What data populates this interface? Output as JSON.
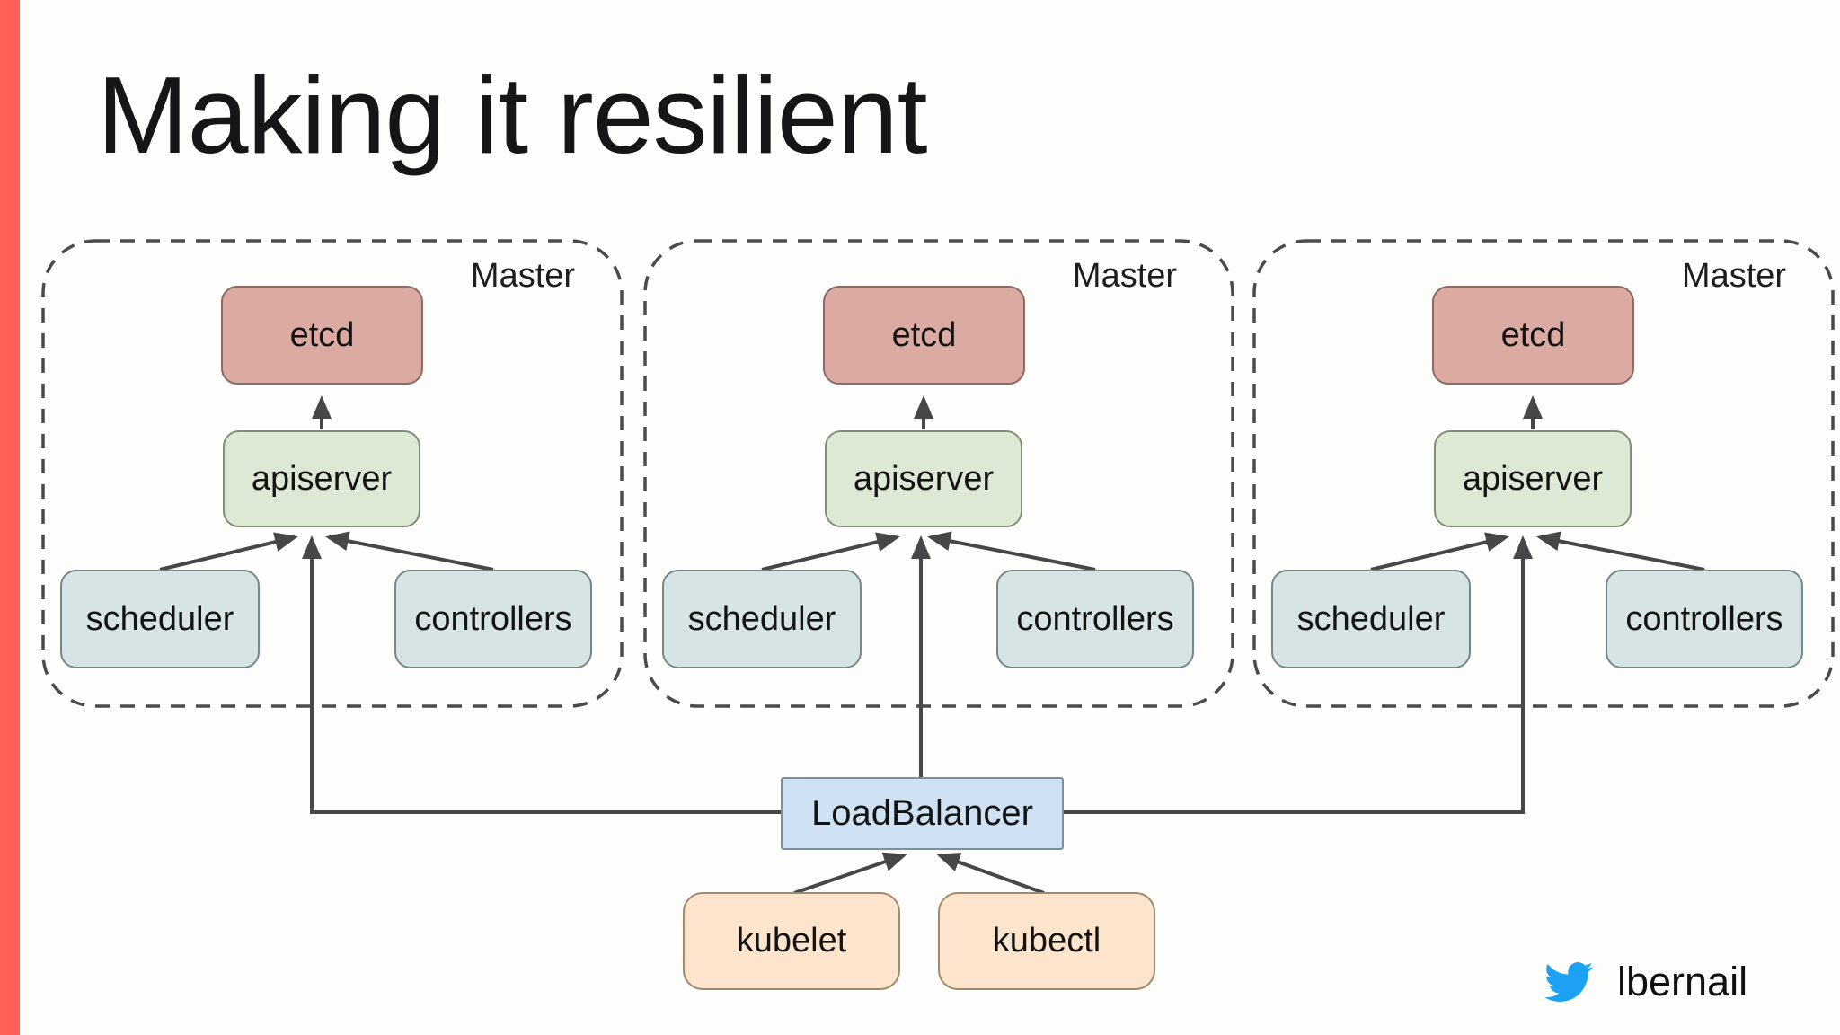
{
  "slide": {
    "title": "Making it resilient"
  },
  "masters": [
    {
      "label": "Master",
      "nodes": {
        "etcd": "etcd",
        "apiserver": "apiserver",
        "scheduler": "scheduler",
        "controllers": "controllers"
      }
    },
    {
      "label": "Master",
      "nodes": {
        "etcd": "etcd",
        "apiserver": "apiserver",
        "scheduler": "scheduler",
        "controllers": "controllers"
      }
    },
    {
      "label": "Master",
      "nodes": {
        "etcd": "etcd",
        "apiserver": "apiserver",
        "scheduler": "scheduler",
        "controllers": "controllers"
      }
    }
  ],
  "load_balancer": {
    "label": "LoadBalancer"
  },
  "clients": [
    {
      "label": "kubelet"
    },
    {
      "label": "kubectl"
    }
  ],
  "edges": [
    {
      "from": "apiserver",
      "to": "etcd",
      "scope": "each-master"
    },
    {
      "from": "scheduler",
      "to": "apiserver",
      "scope": "each-master"
    },
    {
      "from": "controllers",
      "to": "apiserver",
      "scope": "each-master"
    },
    {
      "from": "LoadBalancer",
      "to": "apiserver",
      "scope": "each-master"
    },
    {
      "from": "kubelet",
      "to": "LoadBalancer"
    },
    {
      "from": "kubectl",
      "to": "LoadBalancer"
    }
  ],
  "footer": {
    "twitter_handle": "lbernail",
    "twitter_icon": "twitter-bird-icon"
  },
  "colors": {
    "accent_bar": "#ff6159",
    "background": "#fdfdfb",
    "etcd_fill": "#dbaaa2",
    "apiserver_fill": "#dde9d4",
    "scheduler_fill": "#d7e4e4",
    "loadbalancer_fill": "#cfe2f3",
    "client_fill": "#fce5cc",
    "connector_line": "#474747",
    "dashed_border": "#4b4b4b",
    "twitter_blue": "#1da1f2"
  }
}
